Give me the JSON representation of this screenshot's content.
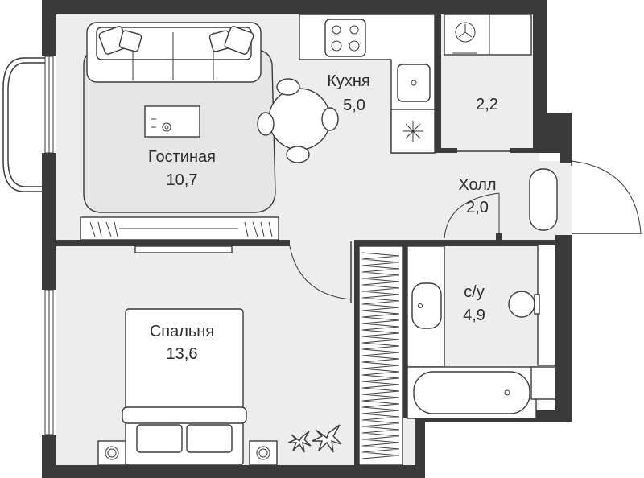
{
  "rooms": {
    "living": {
      "name": "Гостиная",
      "area": "10,7"
    },
    "kitchen": {
      "name": "Кухня",
      "area": "5,0"
    },
    "storage": {
      "name": "",
      "area": "2,2"
    },
    "hall": {
      "name": "Холл",
      "area": "2,0"
    },
    "bathroom": {
      "name": "с/у",
      "area": "4,9"
    },
    "bedroom": {
      "name": "Спальня",
      "area": "13,6"
    }
  },
  "colors": {
    "wall": "#3a3a3a",
    "floor": "#ededed",
    "furniture": "#ffffff"
  }
}
